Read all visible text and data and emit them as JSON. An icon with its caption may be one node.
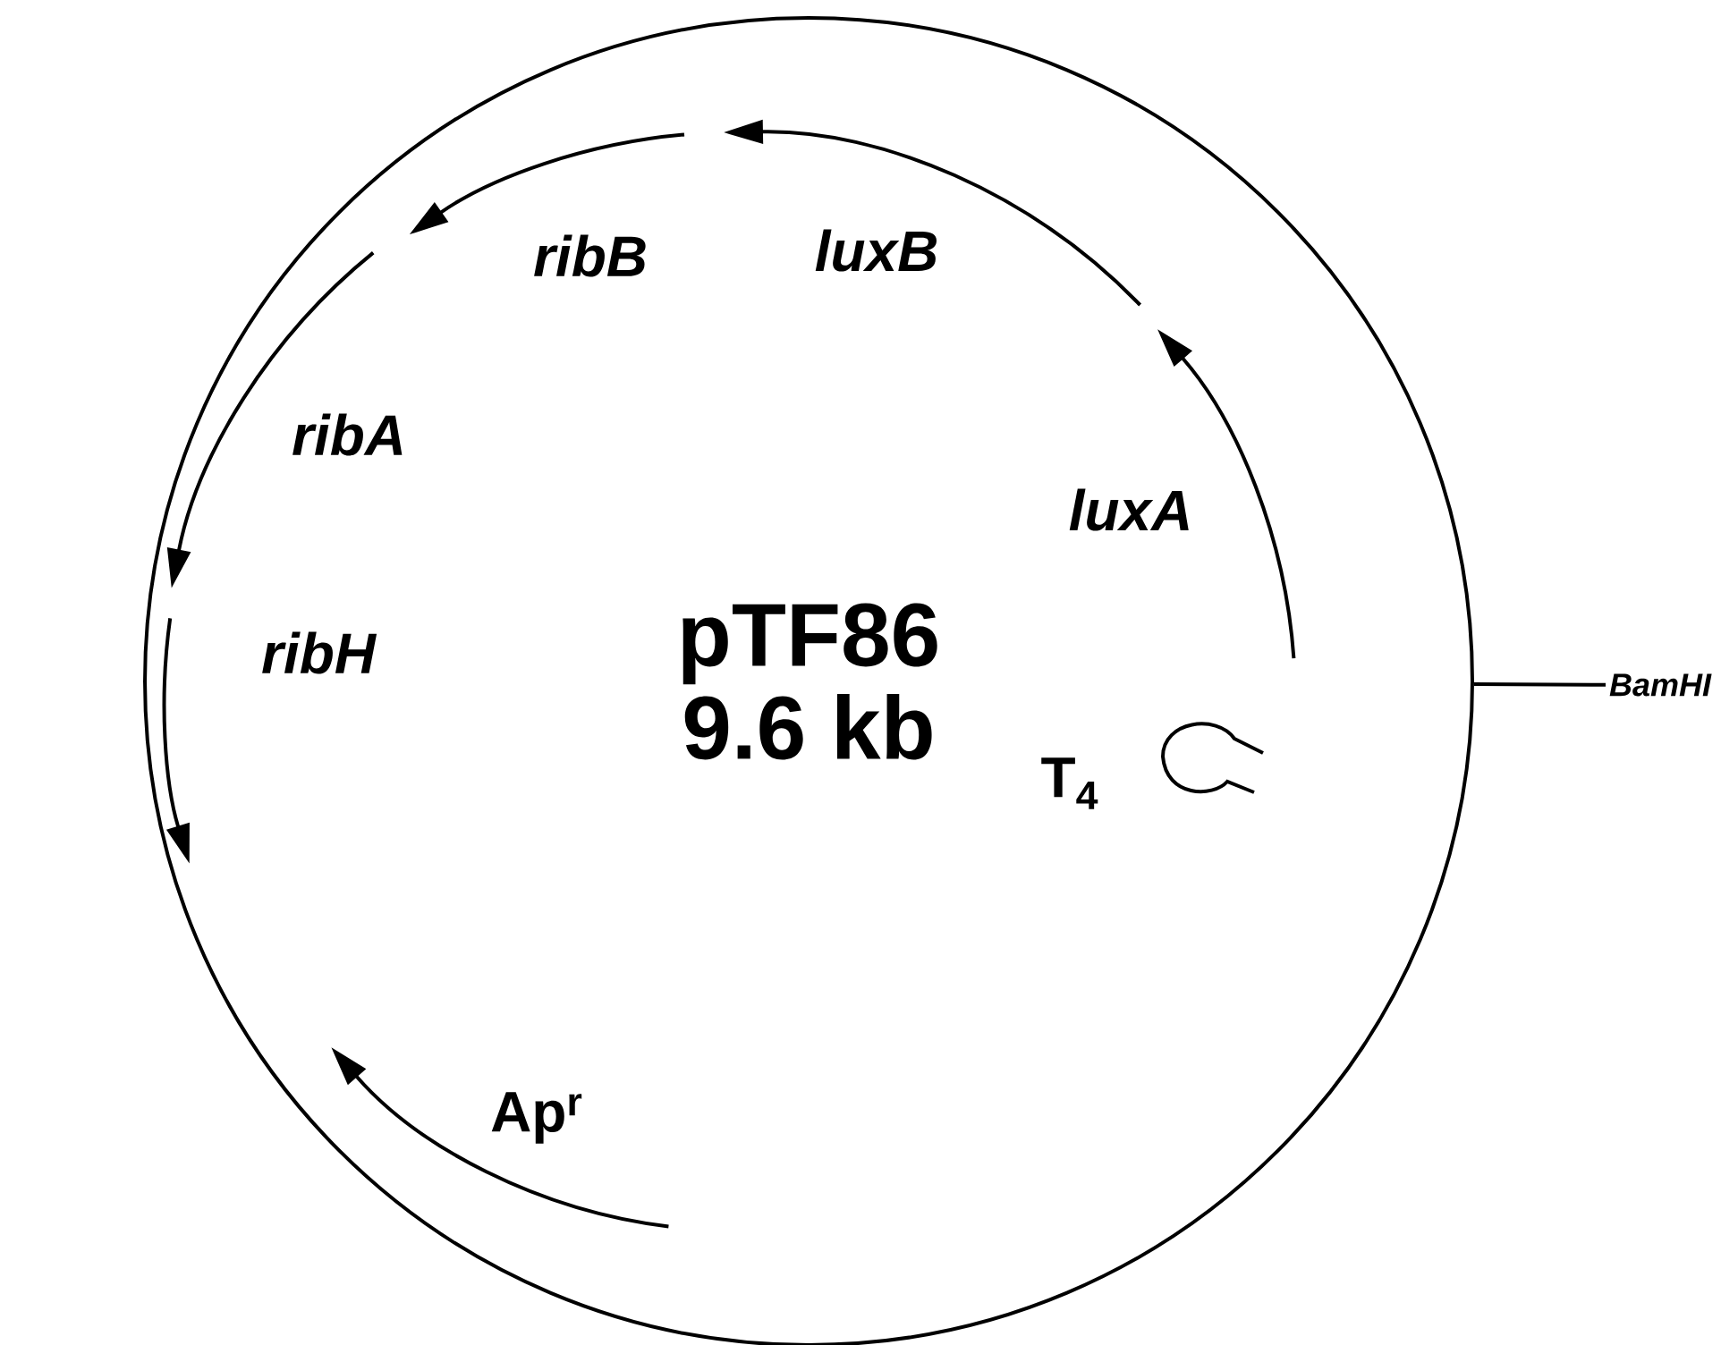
{
  "diagram": {
    "nodes": [
      {
        "text": [
          "pTF86 9.6 kb"
        ]
      },
      {
        "text": [
          "BamHI"
        ]
      }
    ],
    "edges": [
      {
        "from": 1,
        "to": 0,
        "arrow": "none"
      }
    ],
    "labels": [
      "luxB",
      "ribB",
      "ribA",
      "luxA",
      "ribH",
      "T$_{4}$",
      "Ap$^{r}$"
    ]
  }
}
